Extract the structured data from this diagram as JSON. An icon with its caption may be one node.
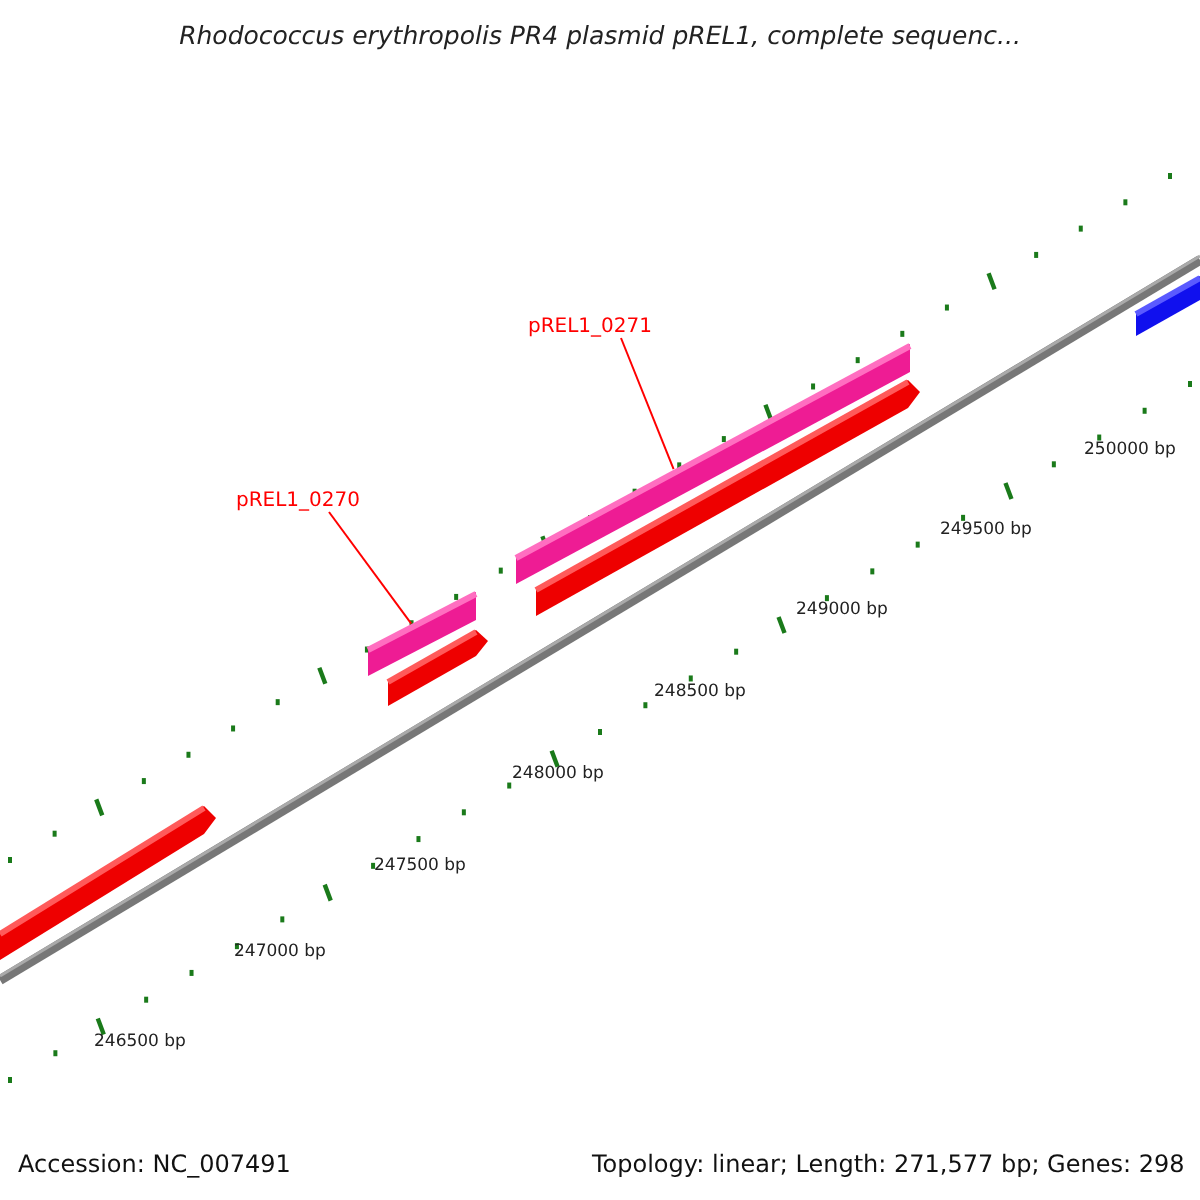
{
  "diagram": {
    "title": "Rhodococcus erythropolis PR4 plasmid pREL1, complete sequenc...",
    "nodes": [
      {
        "text": [
          "pREL1_0271"
        ]
      },
      {
        "text": [],
        "shape": "bar"
      },
      {
        "text": [
          "pREL1_0270"
        ]
      },
      {
        "text": [],
        "shape": "bar"
      }
    ],
    "edges": [
      {
        "from": 0,
        "to": 1,
        "arrow": "none",
        "color": "#ff0000"
      },
      {
        "from": 2,
        "to": 3,
        "arrow": "none",
        "color": "#ff0000"
      }
    ],
    "labels": [
      "250000 bp",
      "249500 bp",
      "249000 bp",
      "248500 bp",
      "248000 bp",
      "247500 bp",
      "247000 bp",
      "246500 bp",
      "Accession: NC_007491",
      "Topology: linear; Length: 271,577 bp; Genes: 298"
    ]
  }
}
